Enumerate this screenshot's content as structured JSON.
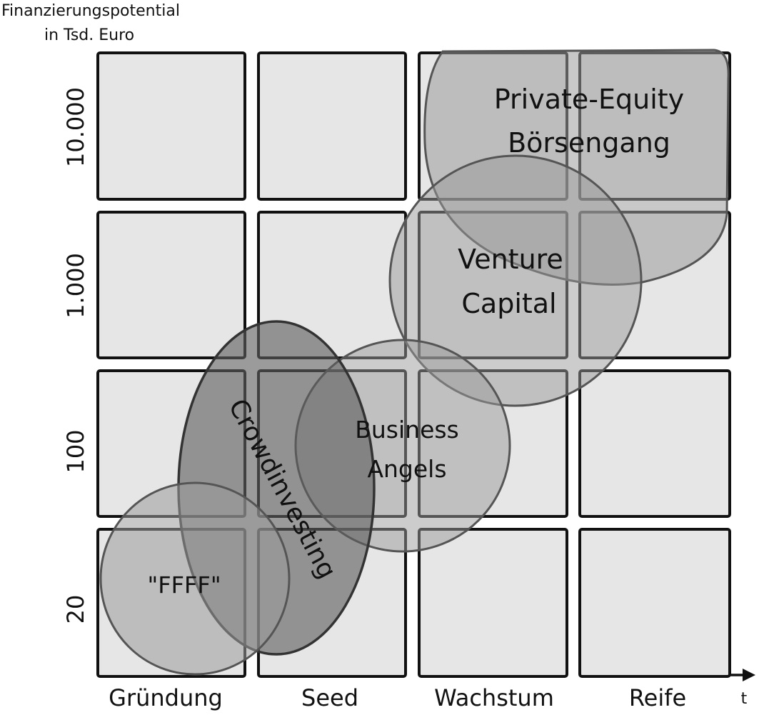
{
  "y_axis": {
    "title_line1": "Finanzierungspotential",
    "title_line2": "in Tsd. Euro",
    "levels": [
      "10.000",
      "1.000",
      "100",
      "20"
    ]
  },
  "x_axis": {
    "stages": [
      "Gründung",
      "Seed",
      "Wachstum",
      "Reife"
    ],
    "arrow_label": "t"
  },
  "regions": {
    "private_equity": {
      "line1": "Private-Equity",
      "line2": "Börsengang"
    },
    "venture_capital": {
      "line1": "Venture",
      "line2": "Capital"
    },
    "business_angels": {
      "line1": "Business",
      "line2": "Angels"
    },
    "crowdinvesting": {
      "label": "Crowdinvesting"
    },
    "ffff": {
      "label": "\"FFFF\""
    }
  },
  "colors": {
    "cell_fill": "#e6e6e6",
    "blob_light": "#b3b3b3",
    "blob_mid": "#8c8c8c",
    "blob_dark": "#666666",
    "stroke": "#111111"
  }
}
